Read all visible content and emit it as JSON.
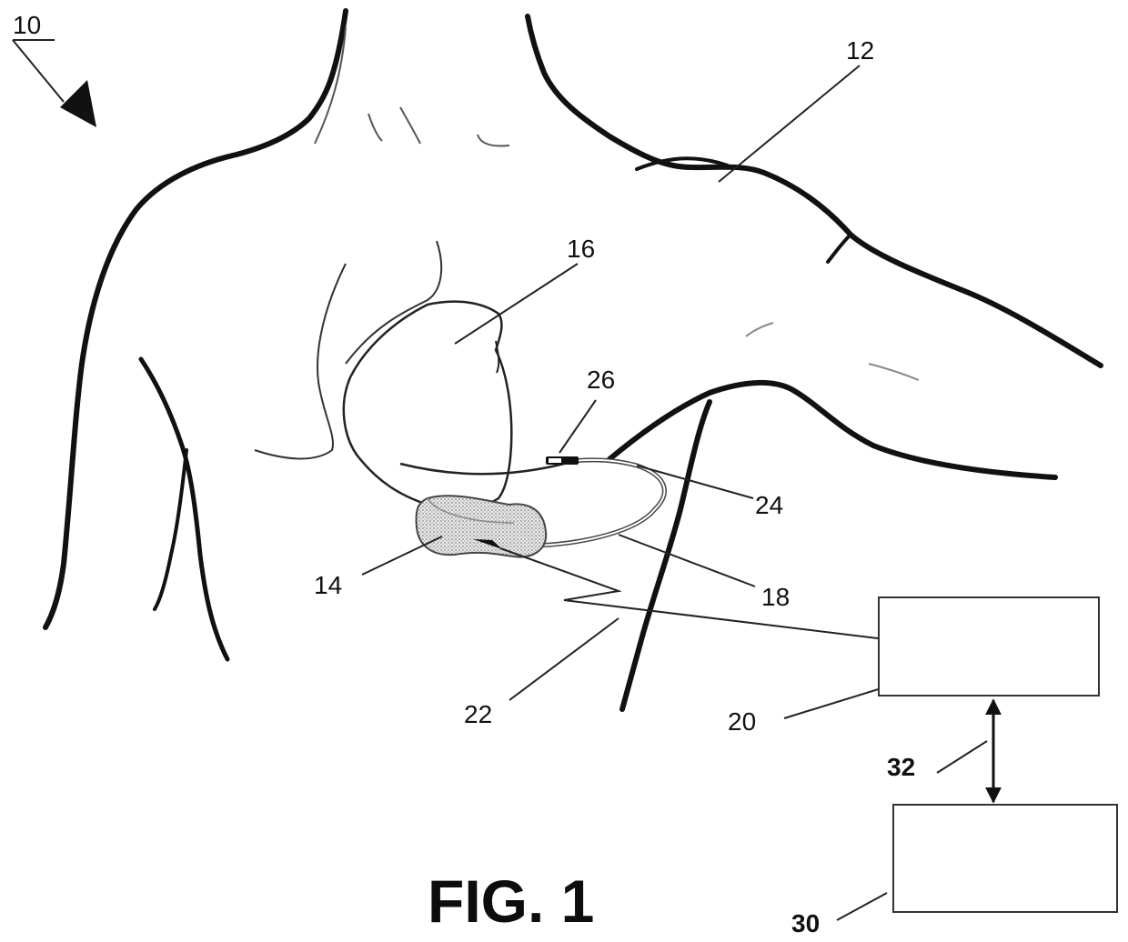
{
  "figure": {
    "caption": "FIG. 1",
    "references": {
      "system": "10",
      "patient": "12",
      "device": "14",
      "heart": "16",
      "lead": "18",
      "external_device": "20",
      "wireless_link": "22",
      "electrode": "24",
      "electrode_tip": "26",
      "remote_server": "30",
      "connection": "32"
    }
  },
  "colors": {
    "line": "#111111",
    "device_fill": "#d9d9d9",
    "box_border": "#333333"
  }
}
